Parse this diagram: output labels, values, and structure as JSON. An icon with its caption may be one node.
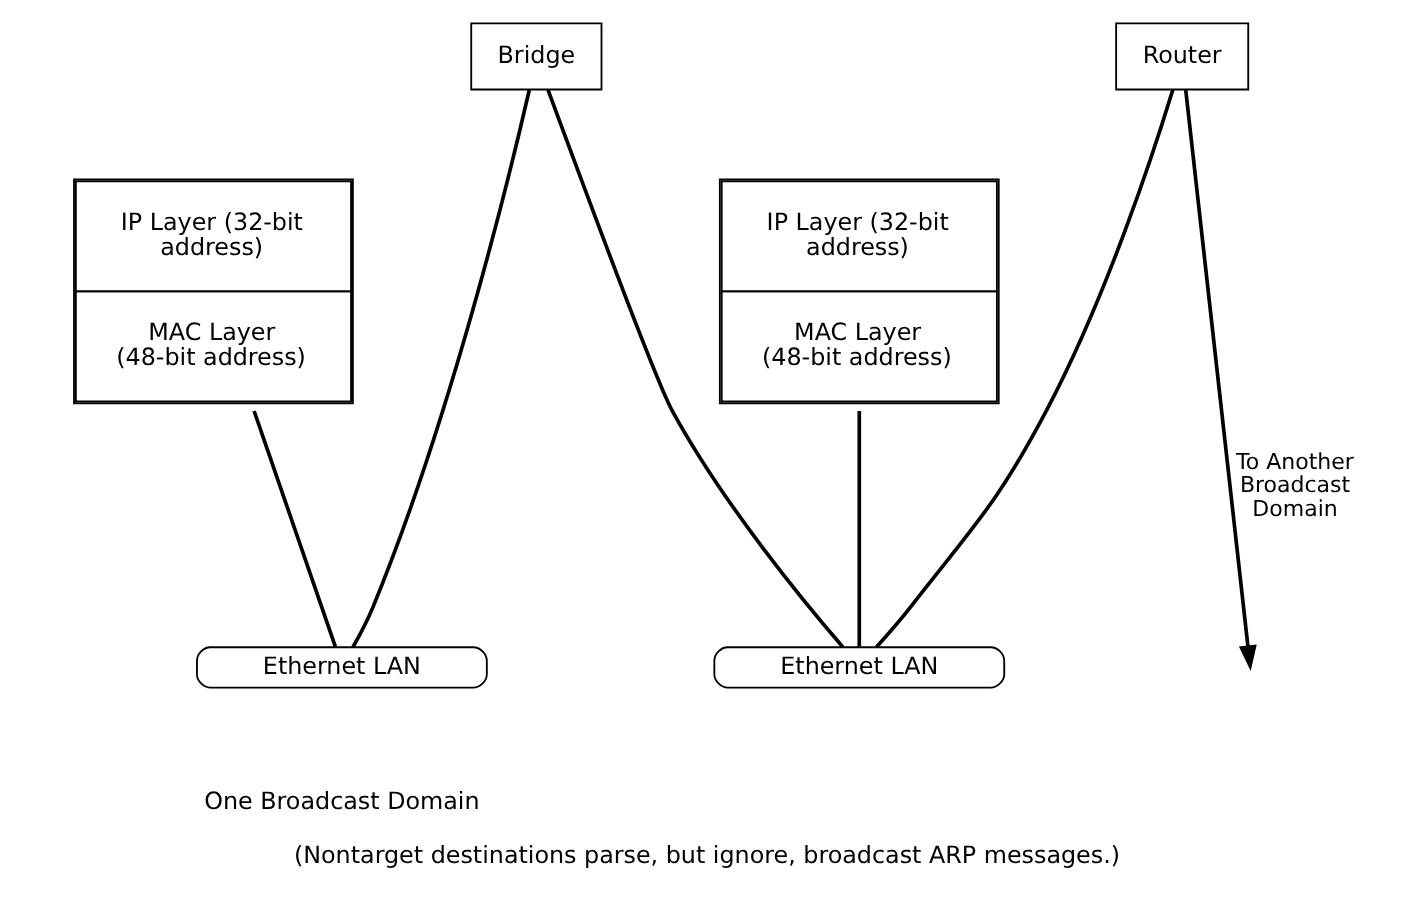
{
  "diagram": {
    "caption": "(Nontarget destinations parse, but ignore, broadcast ARP messages.)",
    "nodes": [
      {
        "text": [
          "IP Layer (32-bit address)",
          "MAC Layer (48-bit address)"
        ]
      },
      {
        "text": [
          "IP Layer (32-bit address)",
          "MAC Layer (48-bit address)"
        ]
      },
      {
        "text": [
          "Bridge"
        ]
      },
      {
        "text": [
          "Router"
        ]
      },
      {
        "text": [
          "Ethernet LAN"
        ]
      },
      {
        "text": [
          "Ethernet LAN"
        ]
      }
    ],
    "edges": [
      {
        "from": 0,
        "to": 4,
        "arrow": "none"
      },
      {
        "from": 2,
        "to": 4,
        "arrow": "none"
      },
      {
        "from": 2,
        "to": 5,
        "arrow": "none"
      },
      {
        "from": 1,
        "to": 5,
        "arrow": "none"
      },
      {
        "from": 3,
        "to": 5,
        "arrow": "none"
      },
      {
        "from": 3,
        "to": null,
        "arrow": "to",
        "label": "To Another Broadcast Domain"
      }
    ],
    "labels": [
      "One Broadcast Domain"
    ]
  }
}
